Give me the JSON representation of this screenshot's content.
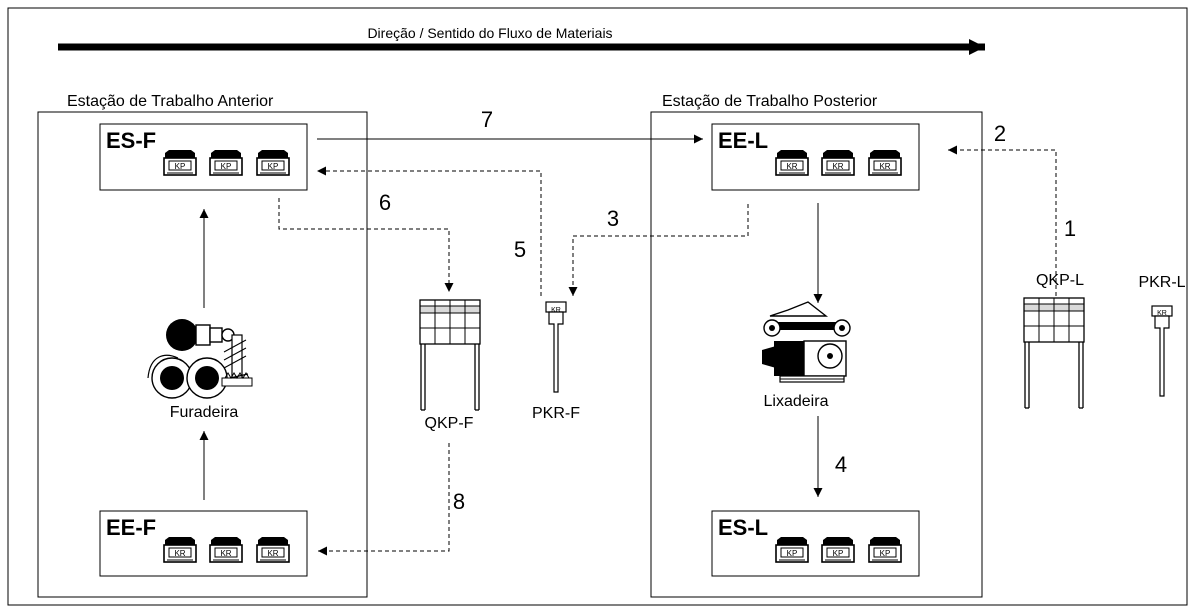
{
  "flow_title": "Direção / Sentido do Fluxo de Materiais",
  "stations": {
    "previous": {
      "title": "Estação de Trabalho Anterior",
      "output_buffer": "ES-F",
      "machine": "Furadeira",
      "input_buffer": "EE-F"
    },
    "next": {
      "title": "Estação de Trabalho Posterior",
      "input_buffer": "EE-L",
      "machine": "Lixadeira",
      "output_buffer": "ES-L"
    }
  },
  "boards": {
    "qkp_f": "QKP-F",
    "pkr_f": "PKR-F",
    "qkp_l": "QKP-L",
    "pkr_l": "PKR-L"
  },
  "card_labels": {
    "kp": "KP",
    "kr": "KR"
  },
  "steps": [
    "1",
    "2",
    "3",
    "4",
    "5",
    "6",
    "7",
    "8"
  ],
  "icons": {
    "bin": "kanban-bin-icon",
    "board": "kanban-board-icon",
    "post": "kanban-post-icon",
    "drill": "drill-machine-icon",
    "sander": "sander-machine-icon"
  },
  "colors": {
    "line": "#000000",
    "background": "#ffffff"
  }
}
